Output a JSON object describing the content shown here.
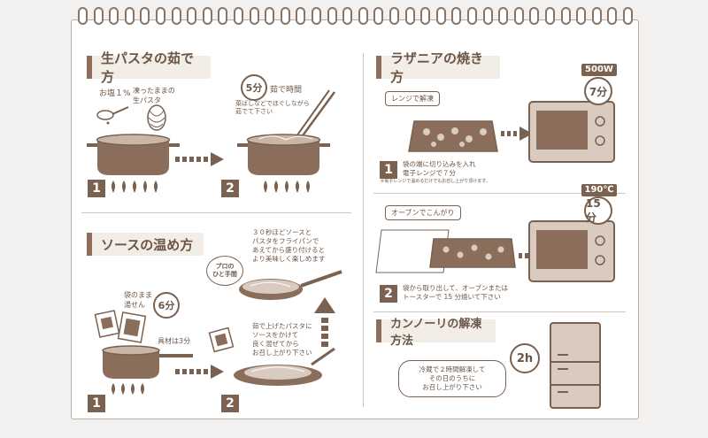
{
  "colors": {
    "accent": "#7a6150",
    "light": "#d9cbbf",
    "paper": "#ffffff",
    "flame": "#7a6150"
  },
  "pasta": {
    "title": "生パスタの茹で方",
    "salt_label": "お塩１%",
    "frozen_label": "凍ったままの\n生パスタ",
    "timer": "5分",
    "timer_label": "茹で時間",
    "instruction": "菜ばしなどでほぐしながら\n茹でて下さい",
    "step1": "1",
    "step2": "2"
  },
  "sauce": {
    "title": "ソースの温め方",
    "bag_label": "袋のまま\n湯せん",
    "timer": "6分",
    "topping_label": "具材は3分",
    "pro_tip": "プロの\nひと手間",
    "pan_instruction": "３０秒ほどソースと\nパスタをフライパンで\nあえてから盛り付けると\nより美味しく楽しめます",
    "plate_instruction": "茹で上げたパスタに\nソースをかけて\n良く混ぜてから\nお召し上がり下さい",
    "step1": "1",
    "step2": "2"
  },
  "lasagna": {
    "title": "ラザニアの焼き方",
    "tag1": "レンジで解凍",
    "microwave_watt": "500W",
    "microwave_time": "7分",
    "step1_text": "袋の端に切り込みを入れ\n電子レンジで７分",
    "note": "※電子レンジで温めるだけでもお召し上がり頂けます。",
    "tag2": "オーブンでこんがり",
    "oven_temp": "190℃",
    "oven_time": "15分",
    "step2_text": "袋から取り出して、オーブンまたは\nトースターで 15 分焼いて下さい",
    "step1": "1",
    "step2": "2"
  },
  "cannoli": {
    "title": "カンノーリの解凍方法",
    "timer": "2h",
    "instruction": "冷蔵で２時間解凍して\nその日のうちに\nお召し上がり下さい"
  }
}
